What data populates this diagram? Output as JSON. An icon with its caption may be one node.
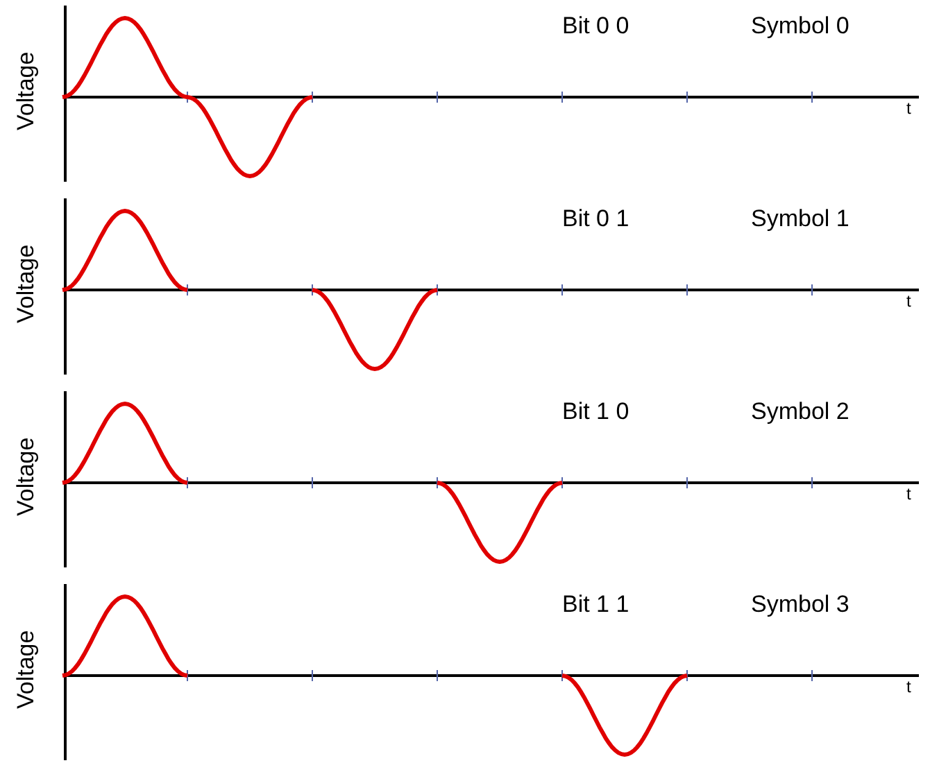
{
  "diagram": {
    "labels": [
      "Voltage",
      "Bit 0 0",
      "Symbol 0",
      "t",
      "Voltage",
      "Bit 0 1",
      "Symbol 1",
      "t",
      "Voltage",
      "Bit 1 0",
      "Symbol 2",
      "t",
      "Voltage",
      "Bit 1 1",
      "Symbol 3",
      "t"
    ]
  }
}
